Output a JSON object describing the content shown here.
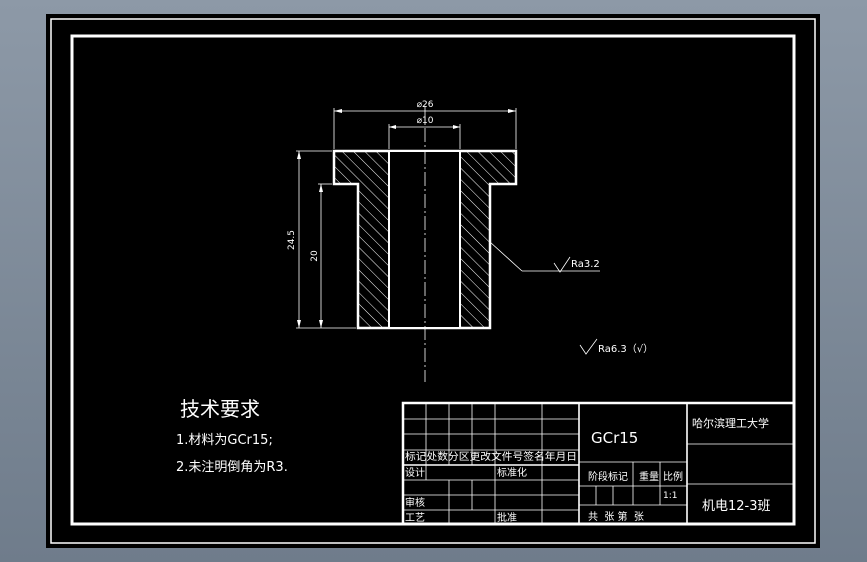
{
  "drawing": {
    "dimensions": {
      "outer_diameter": "⌀26",
      "inner_diameter": "⌀10",
      "total_height": "24.5",
      "body_height": "20"
    },
    "roughness": {
      "surface_callout": "Ra3.2",
      "general_callout": "Ra6.3（√）"
    }
  },
  "tech_requirements": {
    "title": "技术要求",
    "items": [
      "1.材料为GCr15;",
      "2.未注明倒角为R3."
    ]
  },
  "title_block": {
    "material": "GCr15",
    "university": "哈尔滨理工大学",
    "class_name": "机电12-3班",
    "revision_header": "标记处数分区更改文件号签名年月日",
    "designer_label": "设计",
    "standardization_label": "标准化",
    "stage_label": "阶段标记",
    "weight_label": "重量",
    "scale_label": "比例",
    "scale_value": "1:1",
    "review_label": "审核",
    "process_label": "工艺",
    "approve_label": "批准",
    "sheets_label": "共  张 第  张"
  },
  "colors": {
    "background": "#000000",
    "line": "#ffffff",
    "frame": "#7f8c9b"
  }
}
